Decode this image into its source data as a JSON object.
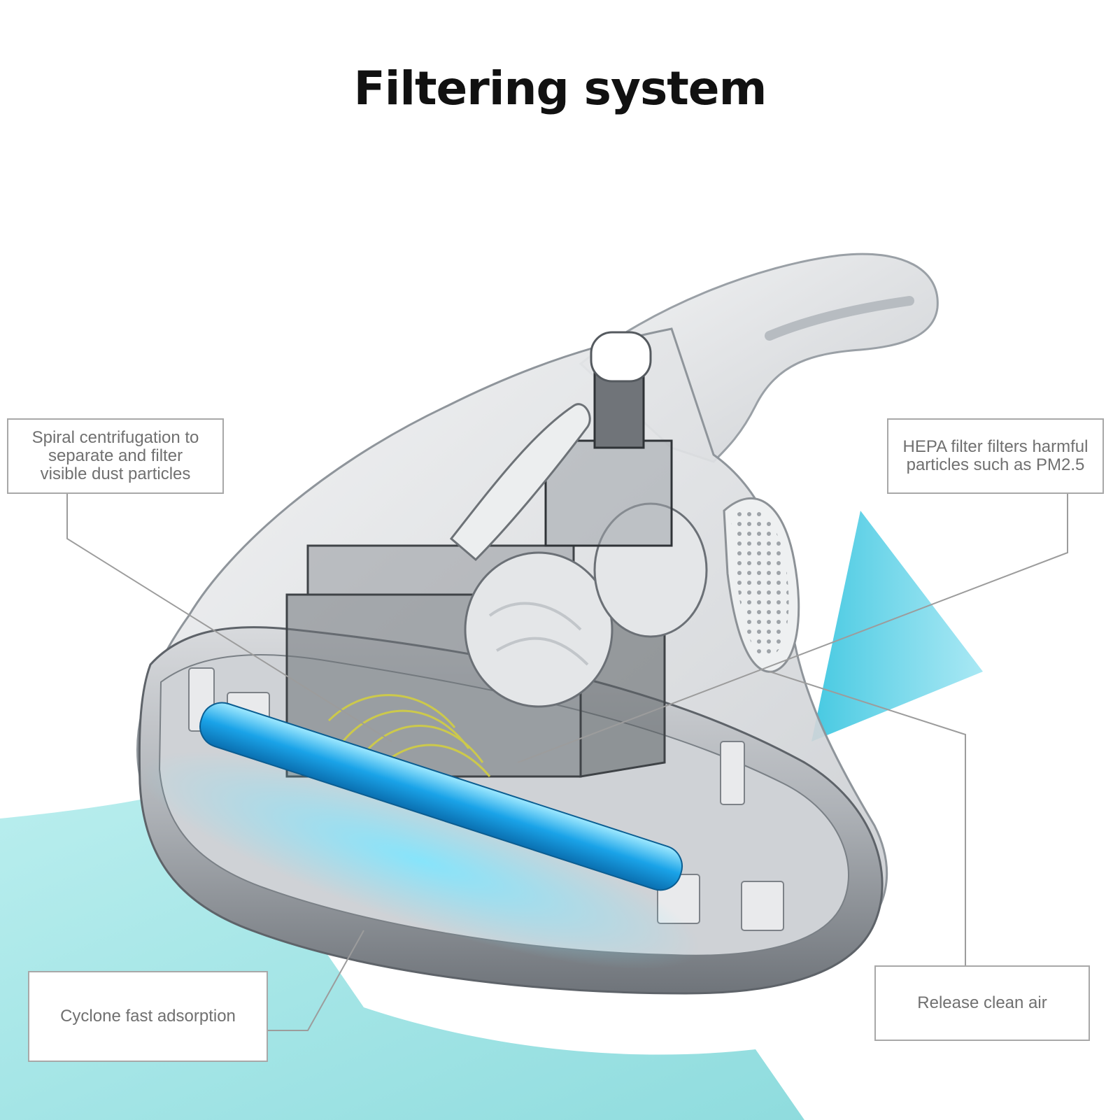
{
  "title": "Filtering system",
  "callouts": {
    "spiral": {
      "lines": [
        "Spiral centrifugation to",
        "separate and filter",
        "visible dust particles"
      ]
    },
    "hepa": {
      "lines": [
        "HEPA filter filters harmful",
        "particles such as PM2.5"
      ]
    },
    "cyclone": {
      "text": "Cyclone fast adsorption"
    },
    "release": {
      "text": "Release clean air"
    }
  },
  "colors": {
    "accent_cyan": "#3cc6e0",
    "floor_teal": "#9fe3e5",
    "uv_lamp": "#1aa3e8",
    "body_grey": "#8e9399",
    "callout_border": "#a8a8a8",
    "callout_text": "#707070"
  }
}
